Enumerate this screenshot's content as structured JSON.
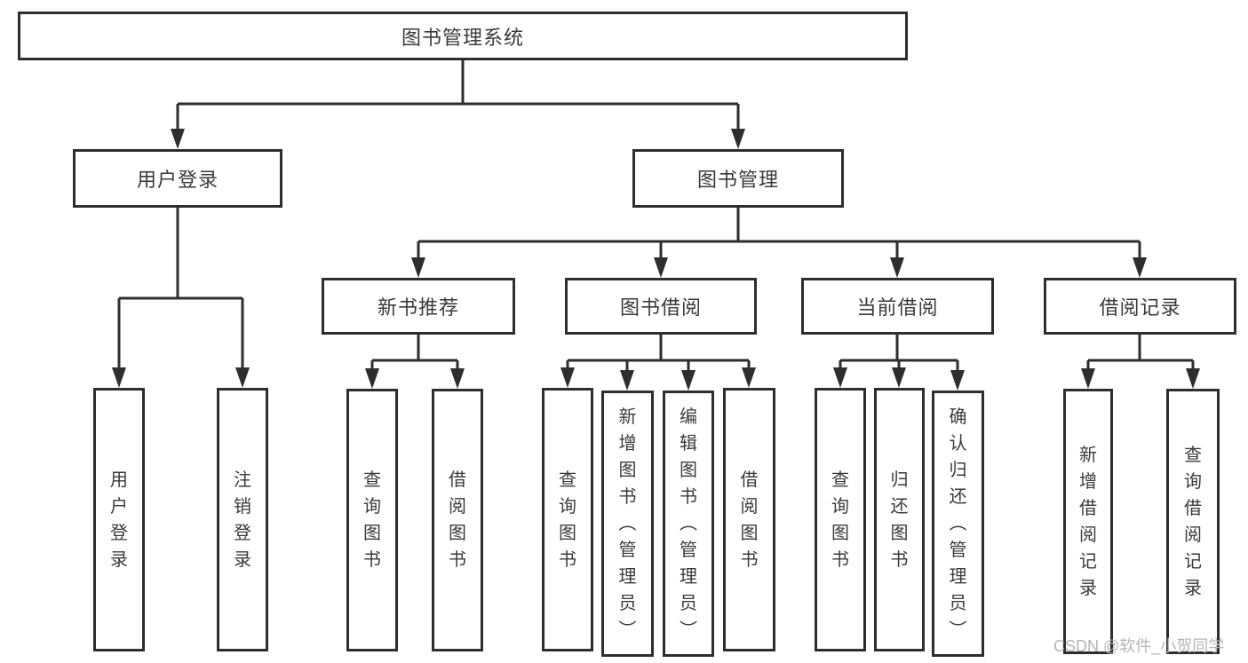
{
  "tree": {
    "root": "图书管理系统",
    "children": [
      {
        "label": "用户登录",
        "children": [
          {
            "label": "用户登录"
          },
          {
            "label": "注销登录"
          }
        ]
      },
      {
        "label": "图书管理",
        "children": [
          {
            "label": "新书推荐",
            "children": [
              {
                "label": "查询图书"
              },
              {
                "label": "借阅图书"
              }
            ]
          },
          {
            "label": "图书借阅",
            "children": [
              {
                "label": "查询图书"
              },
              {
                "label": "新增图书（管理员）"
              },
              {
                "label": "编辑图书（管理员）"
              },
              {
                "label": "借阅图书"
              }
            ]
          },
          {
            "label": "当前借阅",
            "children": [
              {
                "label": "查询图书"
              },
              {
                "label": "归还图书"
              },
              {
                "label": "确认归还（管理员）"
              }
            ]
          },
          {
            "label": "借阅记录",
            "children": [
              {
                "label": "新增借阅记录"
              },
              {
                "label": "查询借阅记录"
              }
            ]
          }
        ]
      }
    ]
  },
  "watermark": {
    "text": "CSDN @软件_小贺同学"
  },
  "colors": {
    "line": "#2e2e2e",
    "text": "#3a3a3a",
    "box_background": "#ffffff",
    "watermark": "#b5b5b5"
  }
}
